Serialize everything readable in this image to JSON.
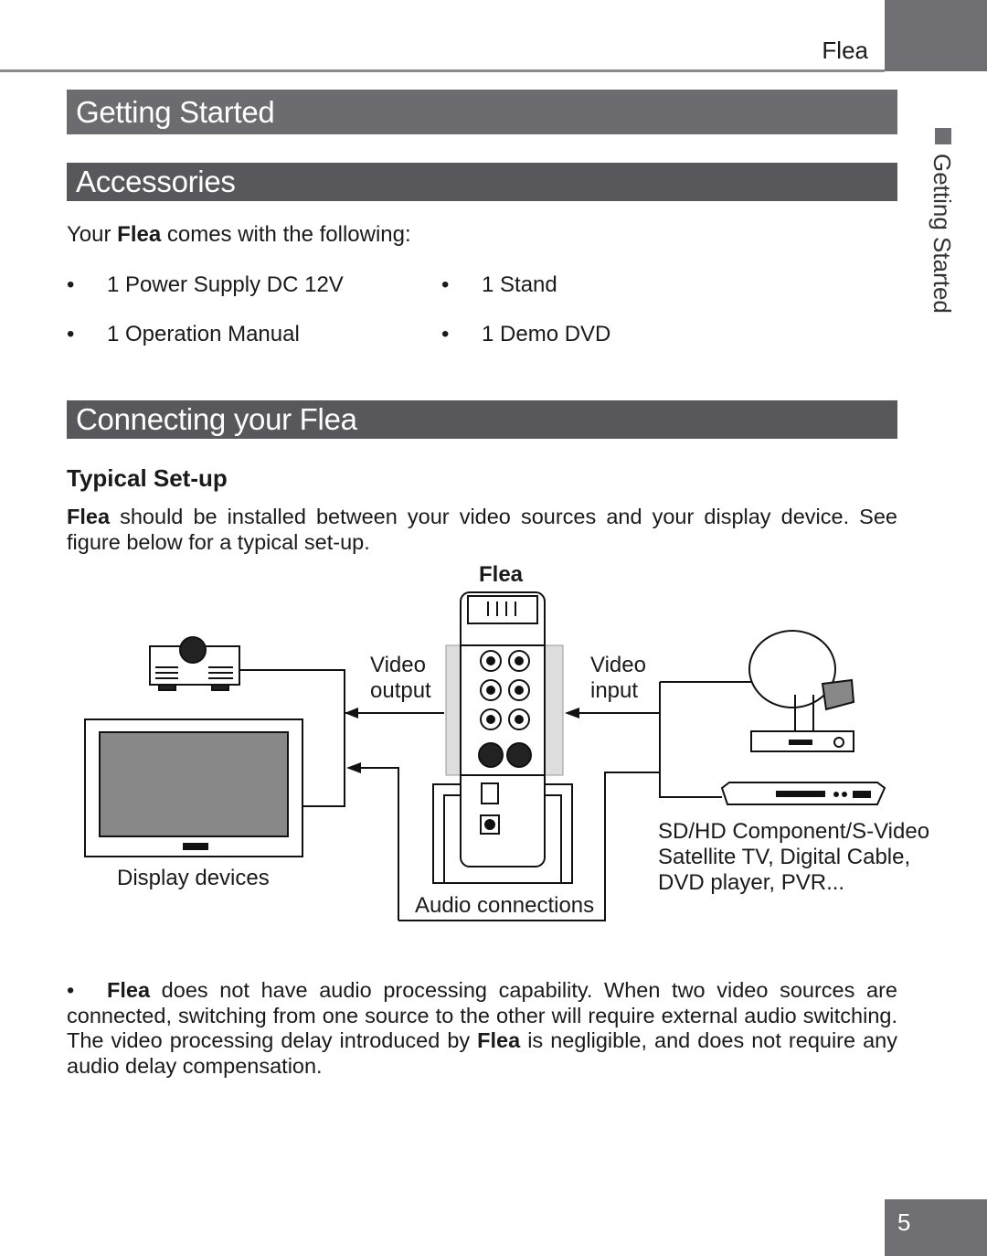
{
  "header": {
    "title": "Flea"
  },
  "side_tab": {
    "label": "Getting Started"
  },
  "sections": {
    "getting_started": "Getting Started",
    "accessories": "Accessories",
    "connecting": "Connecting your Flea"
  },
  "accessories": {
    "intro_prefix": "Your ",
    "intro_brand": "Flea",
    "intro_suffix": " comes with the following:",
    "items": [
      "1 Power Supply DC 12V",
      "1 Stand",
      "1 Operation Manual",
      "1 Demo DVD"
    ]
  },
  "setup": {
    "heading": "Typical Set-up",
    "para_brand": "Flea",
    "para_text": " should be installed between your video sources and your display device. See figure below for a typical set-up."
  },
  "diagram": {
    "device_label": "Flea",
    "video_output": [
      "Video",
      "output"
    ],
    "video_input": [
      "Video",
      "input"
    ],
    "display_devices": "Display devices",
    "audio_connections": "Audio connections",
    "sources": [
      "SD/HD Component/S-Video",
      "Satellite TV, Digital Cable,",
      "DVD player, PVR..."
    ]
  },
  "note": {
    "brand": "Flea",
    "text_1": " does not have audio processing capability. When two video sources are connected, switching from one source to the other will require external audio switching. The video processing delay introduced by ",
    "brand_2": "Flea",
    "text_2": "  is negligible, and  does not require any audio delay compensation."
  },
  "footer": {
    "page_number": "5"
  },
  "colors": {
    "bar": "#58585c",
    "tab": "#6f6f73"
  }
}
